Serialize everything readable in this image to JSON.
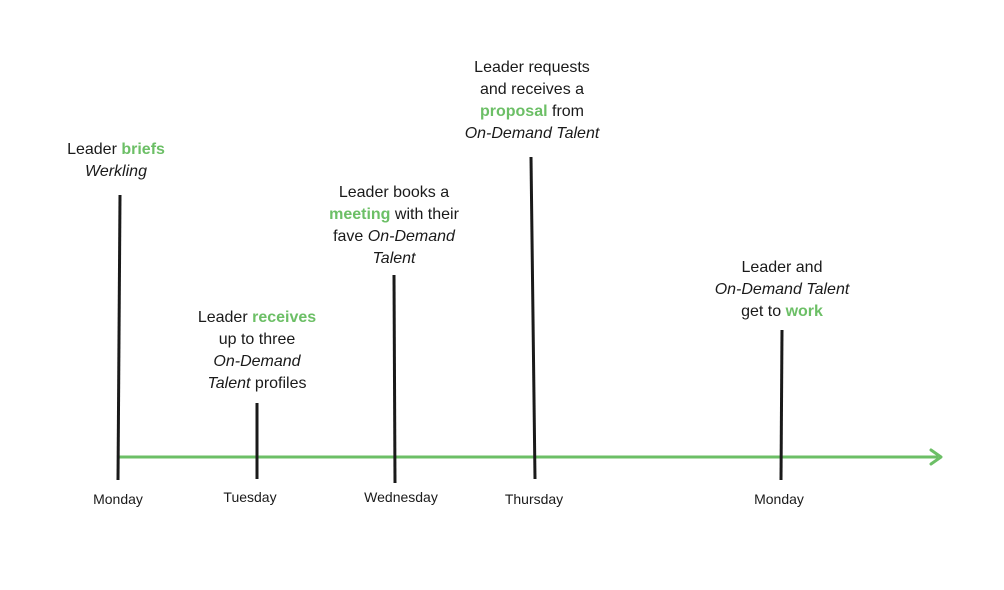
{
  "colors": {
    "accent": "#6cbf66",
    "ink": "#1a1a1a"
  },
  "axis": {
    "arrow_icon": "arrow-right-icon"
  },
  "events": [
    {
      "day": "Monday",
      "lines": [
        [
          {
            "t": "Leader "
          },
          {
            "t": "briefs",
            "s": "em"
          }
        ],
        [
          {
            "t": "Werkling",
            "s": "it"
          }
        ]
      ]
    },
    {
      "day": "Tuesday",
      "lines": [
        [
          {
            "t": "Leader "
          },
          {
            "t": "receives",
            "s": "em"
          }
        ],
        [
          {
            "t": "up to three"
          }
        ],
        [
          {
            "t": "On-Demand",
            "s": "it"
          }
        ],
        [
          {
            "t": "Talent",
            "s": "it"
          },
          {
            "t": " profiles"
          }
        ]
      ]
    },
    {
      "day": "Wednesday",
      "lines": [
        [
          {
            "t": "Leader books a"
          }
        ],
        [
          {
            "t": "meeting",
            "s": "em"
          },
          {
            "t": " with their"
          }
        ],
        [
          {
            "t": "fave "
          },
          {
            "t": "On-Demand",
            "s": "it"
          }
        ],
        [
          {
            "t": "Talent",
            "s": "it"
          }
        ]
      ]
    },
    {
      "day": "Thursday",
      "lines": [
        [
          {
            "t": "Leader requests"
          }
        ],
        [
          {
            "t": "and receives a"
          }
        ],
        [
          {
            "t": "proposal",
            "s": "em"
          },
          {
            "t": " from"
          }
        ],
        [
          {
            "t": "On-Demand Talent",
            "s": "it"
          }
        ]
      ]
    },
    {
      "day": "Monday",
      "lines": [
        [
          {
            "t": "Leader and"
          }
        ],
        [
          {
            "t": "On-Demand Talent",
            "s": "it"
          }
        ],
        [
          {
            "t": "get to "
          },
          {
            "t": "work",
            "s": "em"
          }
        ]
      ]
    }
  ]
}
